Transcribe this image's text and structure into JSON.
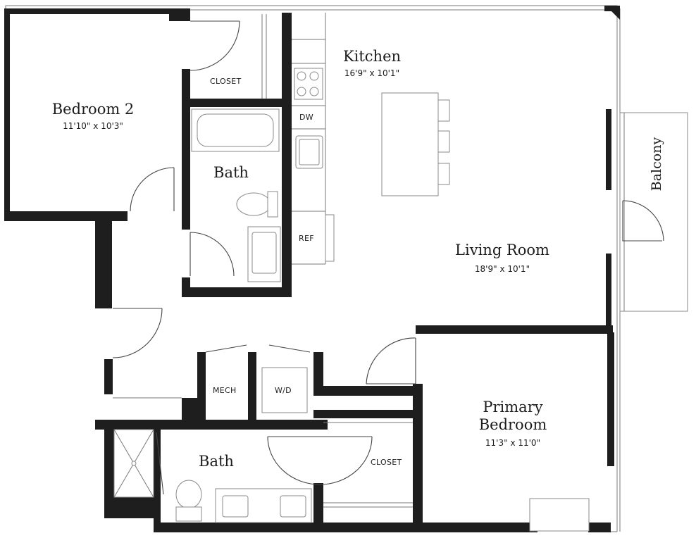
{
  "rooms": {
    "bedroom2": {
      "name": "Bedroom 2",
      "dims": "11'10\" x 10'3\""
    },
    "kitchen": {
      "name": "Kitchen",
      "dims": "16'9\" x 10'1\""
    },
    "bath1": {
      "name": "Bath"
    },
    "living": {
      "name": "Living Room",
      "dims": "18'9\" x 10'1\""
    },
    "balcony": {
      "name": "Balcony"
    },
    "primary": {
      "name_line1": "Primary",
      "name_line2": "Bedroom",
      "dims": "11'3\" x 11'0\""
    },
    "bath2": {
      "name": "Bath"
    }
  },
  "labels": {
    "closet_top": "CLOSET",
    "dw": "DW",
    "ref": "REF",
    "mech": "MECH",
    "wd": "W/D",
    "closet_primary": "CLOSET"
  },
  "colors": {
    "wall": "#1e1e1e",
    "fixture_line": "#8a8a8a",
    "background": "#ffffff"
  }
}
